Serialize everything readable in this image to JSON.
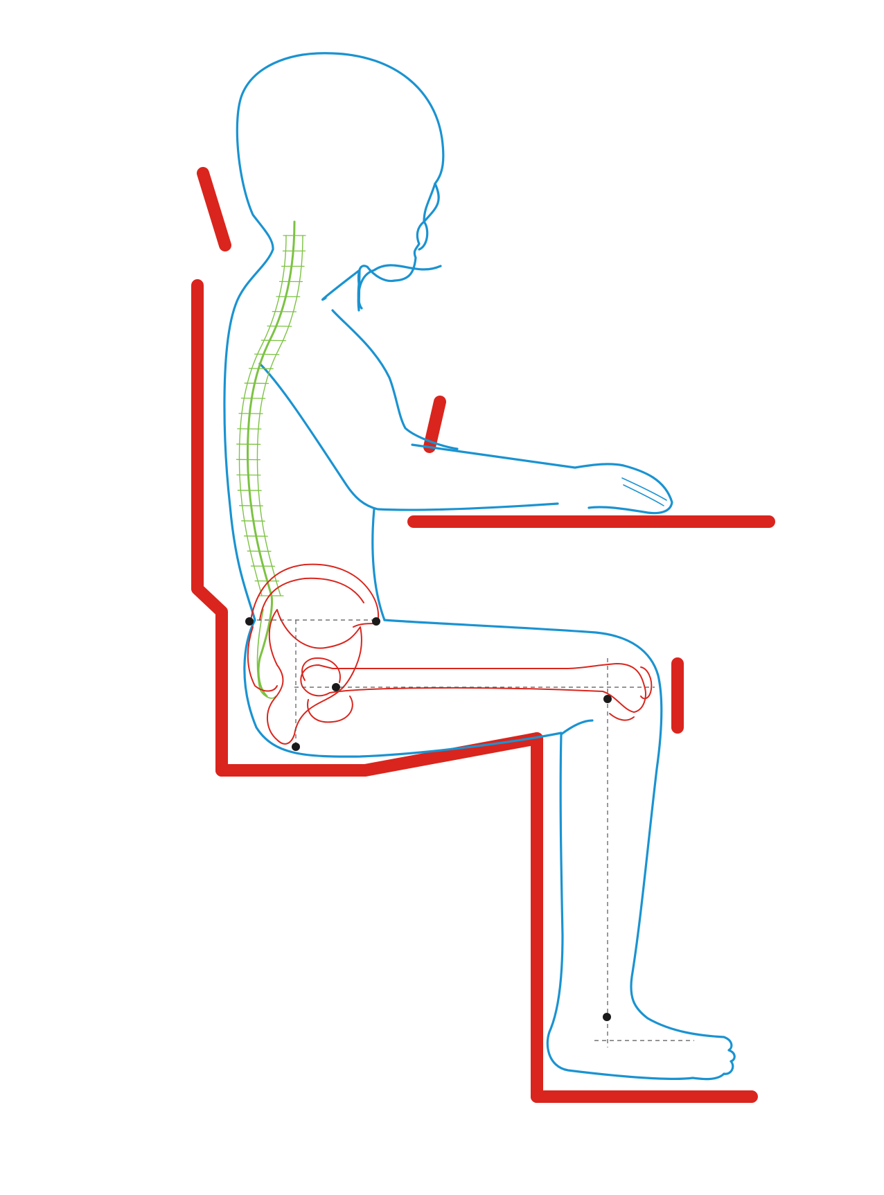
{
  "diagram": {
    "subject": "ergonomic-seated-posture",
    "colors": {
      "background": "#ffffff",
      "furniture": "#d9251d",
      "body_outline": "#1a93d1",
      "spine": "#7cc242",
      "skeleton": "#d9251d",
      "joint_point": "#1a1a1a",
      "reference_line": "#555555"
    },
    "parts": {
      "headrest": "headrest",
      "backrest": "backrest",
      "seat": "seat",
      "front_support": "front-chair-support",
      "footrest": "footrest",
      "desk_top": "desk-top",
      "desk_edge": "desk-edge",
      "knee_stop": "knee-stop"
    }
  }
}
